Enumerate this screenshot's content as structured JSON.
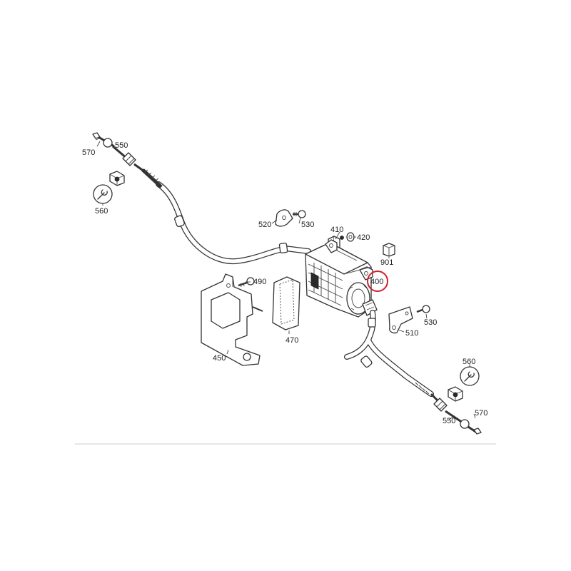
{
  "diagram": {
    "highlight_color": "#d0202a",
    "line_color": "#333333",
    "labels": {
      "p570a": "570",
      "p550a": "550",
      "p560a": "560",
      "p520": "520",
      "p530a": "530",
      "p410": "410",
      "p420": "420",
      "p901": "901",
      "p400": "400",
      "p490": "490",
      "p470": "470",
      "p450": "450",
      "p510": "510",
      "p530b": "530",
      "p560b": "560",
      "p570b": "570",
      "p550b": "550"
    }
  }
}
